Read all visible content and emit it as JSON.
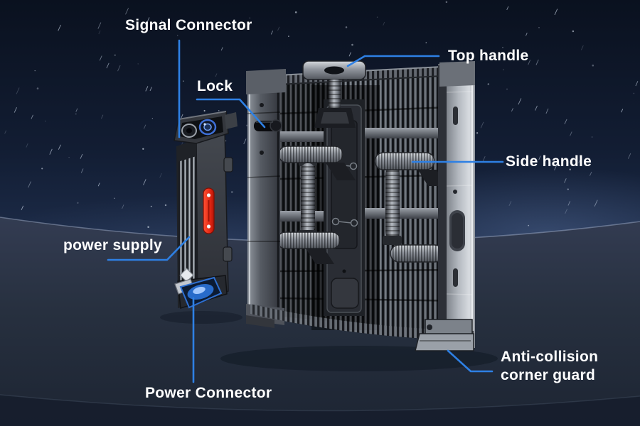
{
  "labels": {
    "signal_connector": "Signal Connector",
    "top_handle": "Top handle",
    "lock": "Lock",
    "side_handle": "Side handle",
    "power_supply": "power supply",
    "power_connector": "Power Connector",
    "anti_collision": "Anti-collision\ncorner guard"
  },
  "colors": {
    "leader_line": "#2e80e4",
    "label_text": "#ffffff",
    "sky_top": "#0a111f",
    "sky_horizon": "#1d2b46",
    "ground": "#2b3447",
    "handle_red": "#e8301a",
    "connector_blue": "#2f7ff0"
  }
}
